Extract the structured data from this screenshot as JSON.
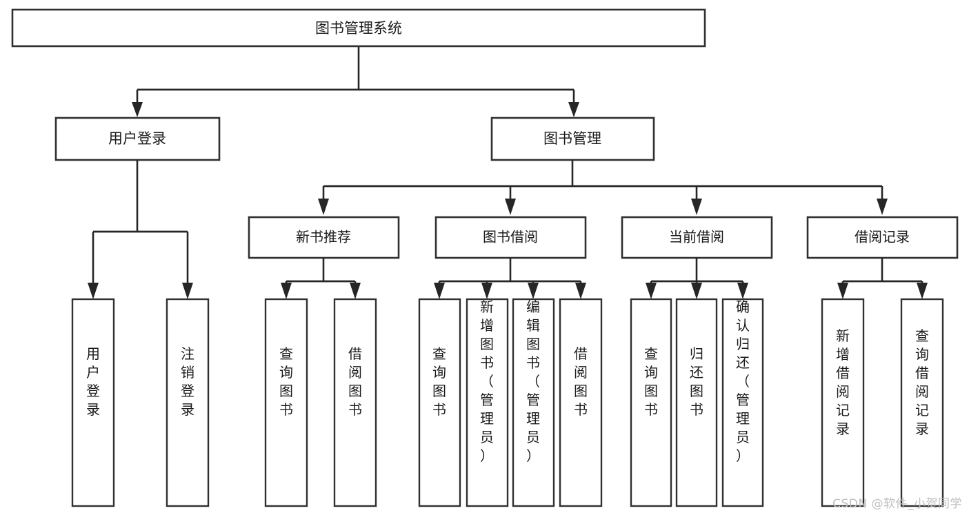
{
  "diagram": {
    "type": "tree",
    "title": "图书管理系统",
    "orientation": "top-down",
    "colors": {
      "box_stroke": "#303030",
      "box_fill": "#ffffff",
      "edge": "#262626",
      "text": "#1b1b1b",
      "watermark": "#bfbfbf",
      "background": "#ffffff"
    },
    "root": {
      "label": "图书管理系统"
    },
    "level2": [
      {
        "label": "用户登录"
      },
      {
        "label": "图书管理"
      }
    ],
    "level3": [
      {
        "label": "新书推荐",
        "parent": "图书管理"
      },
      {
        "label": "图书借阅",
        "parent": "图书管理"
      },
      {
        "label": "当前借阅",
        "parent": "图书管理"
      },
      {
        "label": "借阅记录",
        "parent": "图书管理"
      }
    ],
    "leaves": {
      "用户登录": [
        {
          "label": "用户登录"
        },
        {
          "label": "注销登录"
        }
      ],
      "新书推荐": [
        {
          "label": "查询图书"
        },
        {
          "label": "借阅图书"
        }
      ],
      "图书借阅": [
        {
          "label": "查询图书"
        },
        {
          "label": "新增图书（管理员）"
        },
        {
          "label": "编辑图书（管理员）"
        },
        {
          "label": "借阅图书"
        }
      ],
      "当前借阅": [
        {
          "label": "查询图书"
        },
        {
          "label": "归还图书"
        },
        {
          "label": "确认归还（管理员）"
        }
      ],
      "借阅记录": [
        {
          "label": "新增借阅记录"
        },
        {
          "label": "查询借阅记录"
        }
      ]
    }
  },
  "watermark": {
    "text": "CSDN @软件_小贺同学"
  }
}
